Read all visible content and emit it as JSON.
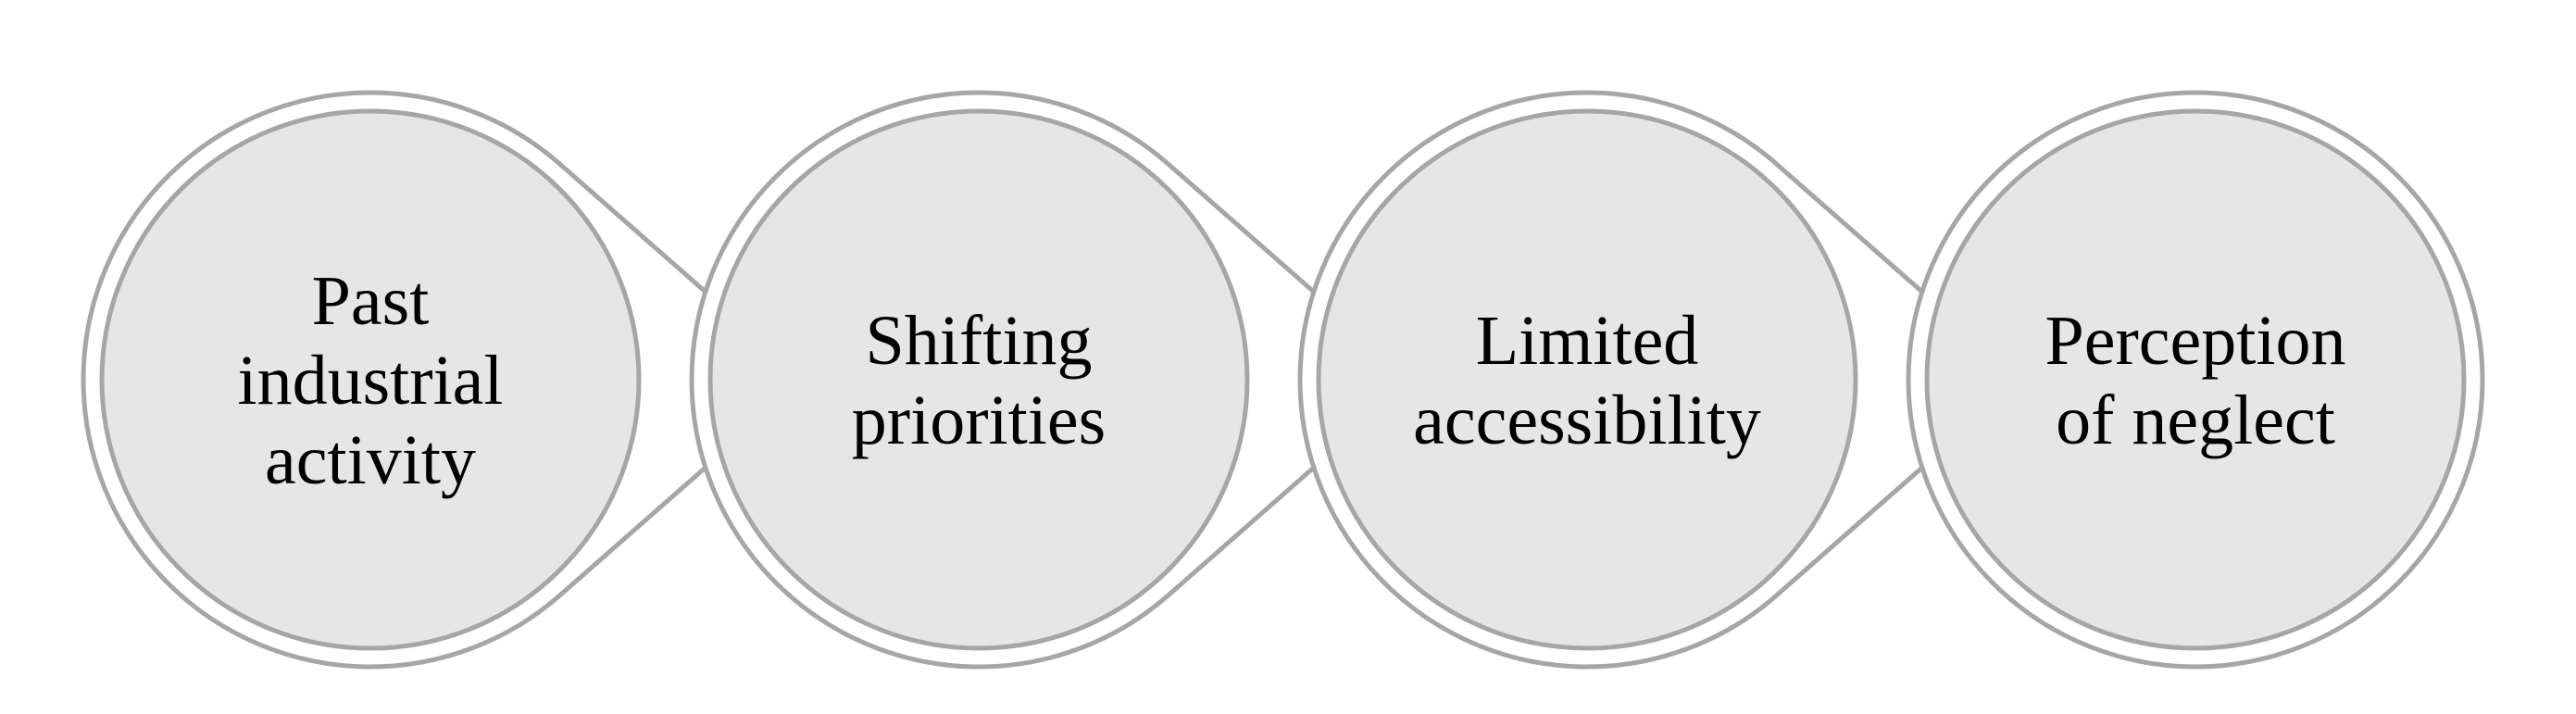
{
  "diagram": {
    "type": "process-chevron-circles",
    "direction": "left-to-right",
    "colors": {
      "fill": "#e6e6e6",
      "outline": "#a6a6a6",
      "background": "#ffffff",
      "text": "#000000"
    },
    "stages": [
      {
        "label_lines": [
          "Past",
          "industrial",
          "activity"
        ]
      },
      {
        "label_lines": [
          "Shifting",
          "priorities"
        ]
      },
      {
        "label_lines": [
          "Limited",
          "accessibility"
        ]
      },
      {
        "label_lines": [
          "Perception",
          "of neglect"
        ]
      }
    ]
  }
}
